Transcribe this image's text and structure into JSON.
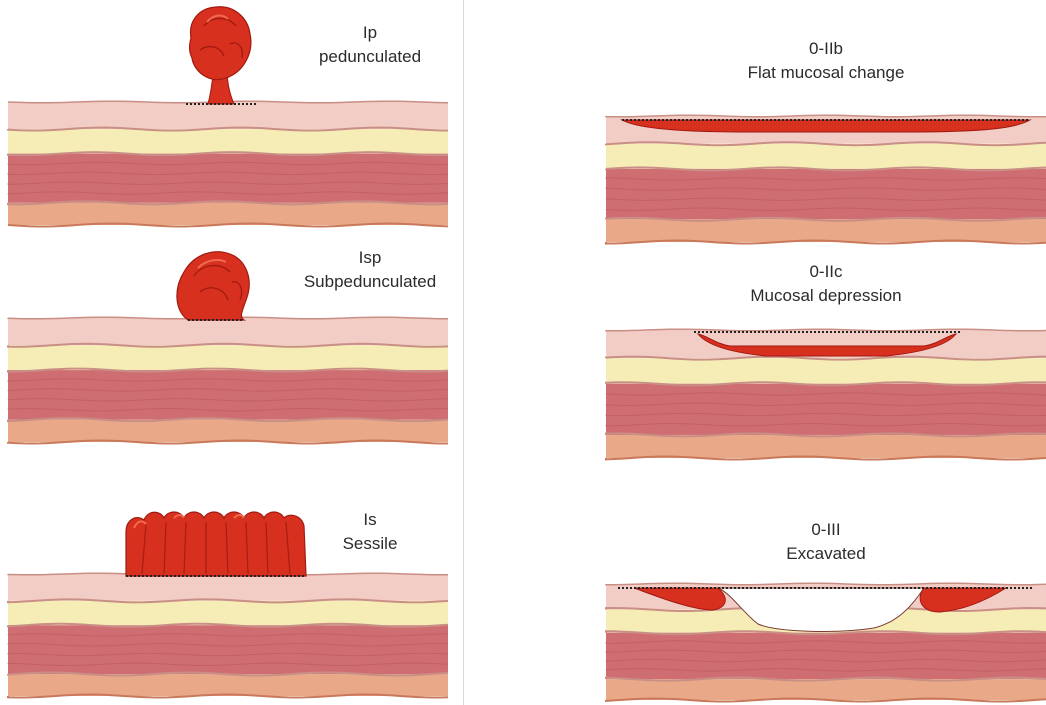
{
  "panels": [
    {
      "code": "Ip",
      "description": "pedunculated"
    },
    {
      "code": "Isp",
      "description": "Subpedunculated"
    },
    {
      "code": "Is",
      "description": "Sessile"
    },
    {
      "code": "0-IIb",
      "description": "Flat mucosal change"
    },
    {
      "code": "0-IIc",
      "description": "Mucosal depression"
    },
    {
      "code": "0-III",
      "description": "Excavated"
    }
  ],
  "colors": {
    "mucosa": "#f2cdc6",
    "mucosa_edge": "#c98f86",
    "submucosa": "#f6edb6",
    "muscularis": "#cf6e72",
    "serosa": "#e9a989",
    "lesion": "#d8301f",
    "lesion_dark": "#9f1a10",
    "lesion_light": "#f06a4f",
    "divider": "#d9d9d9"
  }
}
